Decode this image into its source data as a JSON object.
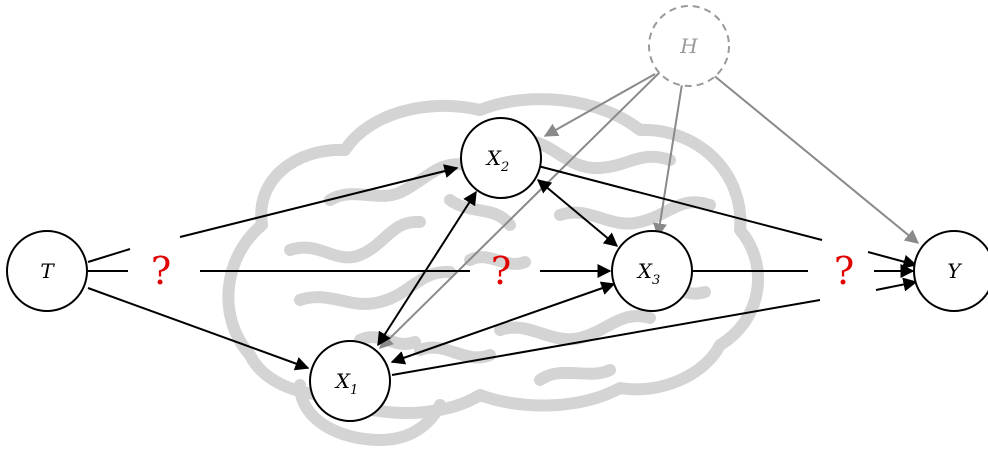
{
  "diagram": {
    "nodes": {
      "T": {
        "label": "T",
        "sub": ""
      },
      "X1": {
        "label": "X",
        "sub": "1"
      },
      "X2": {
        "label": "X",
        "sub": "2"
      },
      "X3": {
        "label": "X",
        "sub": "3"
      },
      "Y": {
        "label": "Y",
        "sub": ""
      },
      "H": {
        "label": "H",
        "sub": ""
      }
    },
    "unknown_marks": [
      "?",
      "?",
      "?"
    ],
    "colors": {
      "edge": "#000000",
      "hidden_edge": "#8a8a8a",
      "hidden_node": "#9a9a9a",
      "question": "#e00000",
      "brain": "#d4d4d4"
    },
    "background_icon": "brain-icon"
  }
}
